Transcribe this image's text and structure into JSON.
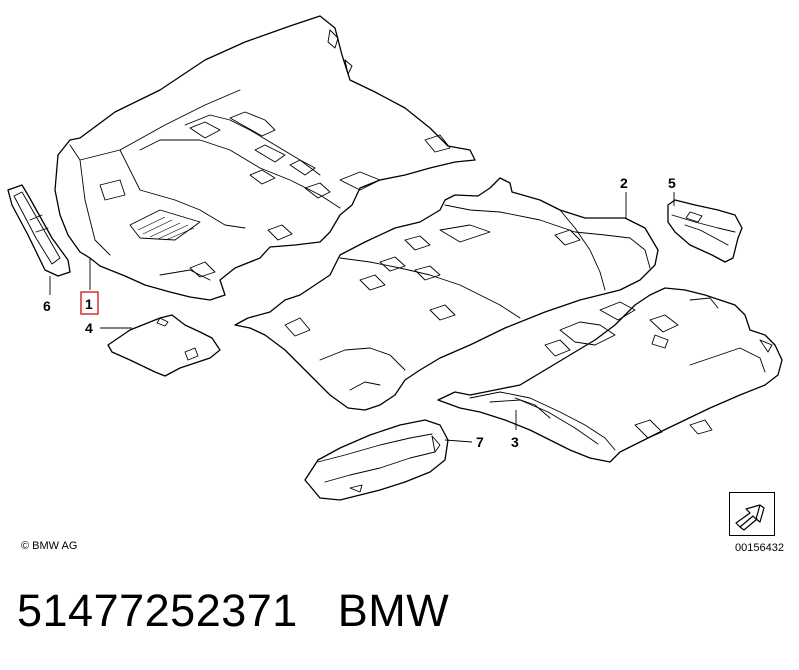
{
  "diagram": {
    "callouts": [
      {
        "id": "1",
        "label": "1",
        "highlighted": true
      },
      {
        "id": "2",
        "label": "2"
      },
      {
        "id": "3",
        "label": "3"
      },
      {
        "id": "4",
        "label": "4"
      },
      {
        "id": "5",
        "label": "5"
      },
      {
        "id": "6",
        "label": "6"
      },
      {
        "id": "7",
        "label": "7"
      }
    ],
    "highlight_color": "#d42020"
  },
  "copyright": "© BMW AG",
  "reference_number": "00156432",
  "footer": {
    "part_number": "51477252371",
    "brand": "BMW"
  }
}
